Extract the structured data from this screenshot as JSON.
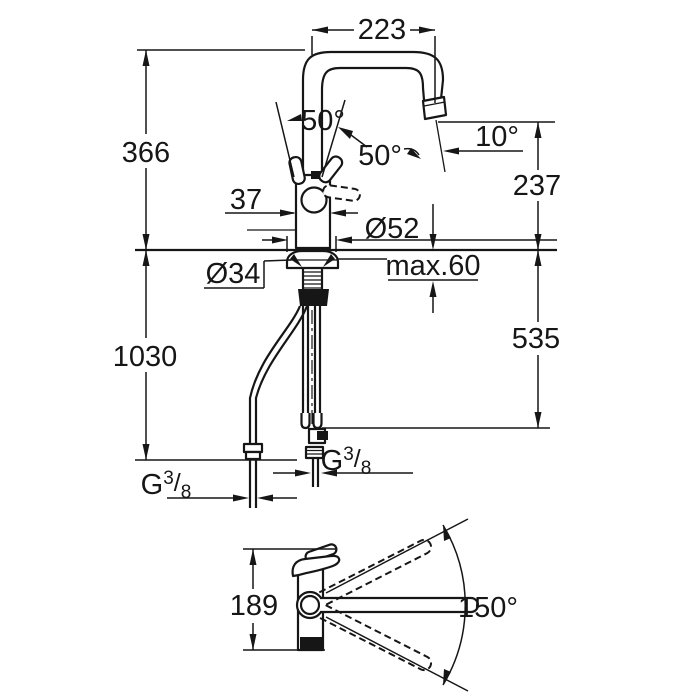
{
  "drawing": {
    "subject": "single-lever-kitchen-faucet-dimensional-drawing",
    "colors": {
      "ink": "#161616",
      "background": "#ffffff"
    },
    "labels": {
      "dim_223": "223",
      "dim_366": "366",
      "dim_237": "237",
      "dim_37": "37",
      "dim_1030": "1030",
      "dim_535": "535",
      "dim_189": "189",
      "dia_52": "Ø52",
      "dia_34": "Ø34",
      "max_depth": "max.60",
      "angle_50_left": "50°",
      "angle_50_right": "50°",
      "angle_10": "10°",
      "angle_150": "150°",
      "thread_left": {
        "base": "G",
        "sup": "3",
        "slash": "/",
        "sub": "8"
      },
      "thread_right": {
        "base": "G",
        "sup": "3",
        "slash": "/",
        "sub": "8"
      }
    }
  }
}
